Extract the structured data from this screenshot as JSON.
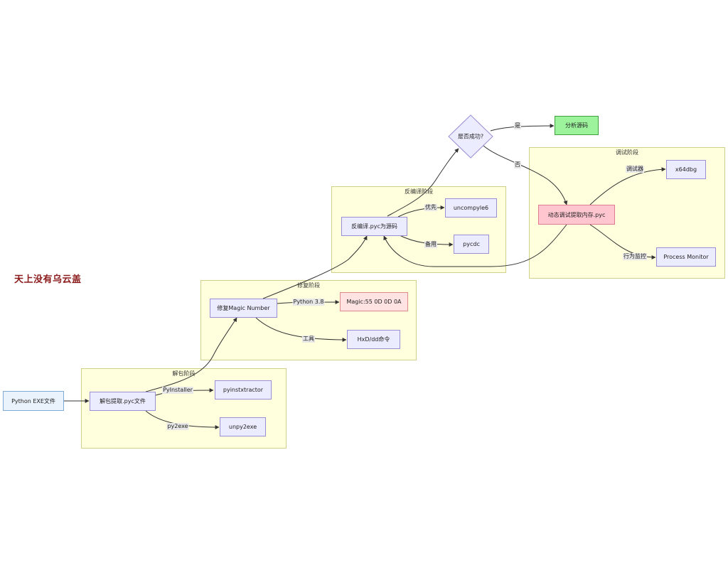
{
  "watermark": "天上没有乌云盖",
  "subgraphs": {
    "unpack": "解包阶段",
    "repair": "修复阶段",
    "decompile": "反编译阶段",
    "debug": "调试阶段"
  },
  "nodes": {
    "exe": "Python EXE文件",
    "extract": "解包提取.pyc文件",
    "pyinstxtractor": "pyinstxtractor",
    "unpy2exe": "unpy2exe",
    "fix_magic": "修复Magic Number",
    "magic": "Magic:55 0D 0D 0A",
    "hxd": "HxD/dd命令",
    "decompile": "反编译.pyc为源码",
    "uncompyle6": "uncompyle6",
    "pycdc": "pycdc",
    "success": "是否成功?",
    "analyze": "分析源码",
    "dynamic": "动态调试提取内存.pyc",
    "x64dbg": "x64dbg",
    "procmon": "Process Monitor"
  },
  "edge_labels": {
    "pyinstaller": "PyInstaller",
    "py2exe": "py2exe",
    "python38": "Python 3.8",
    "tools": "工具",
    "prefer": "优先",
    "backup": "备用",
    "yes": "是",
    "no": "否",
    "debugger": "调试器",
    "behavior": "行为监控"
  },
  "colors": {
    "subgraph_fill": "#ffffde",
    "node_fill": "#ececff",
    "start_fill": "#eaf3fb",
    "magic_fill": "#ffe2e2",
    "dynamic_fill": "#ffc6d0",
    "success_fill": "#9cf39c",
    "watermark": "#8b1a1a"
  }
}
